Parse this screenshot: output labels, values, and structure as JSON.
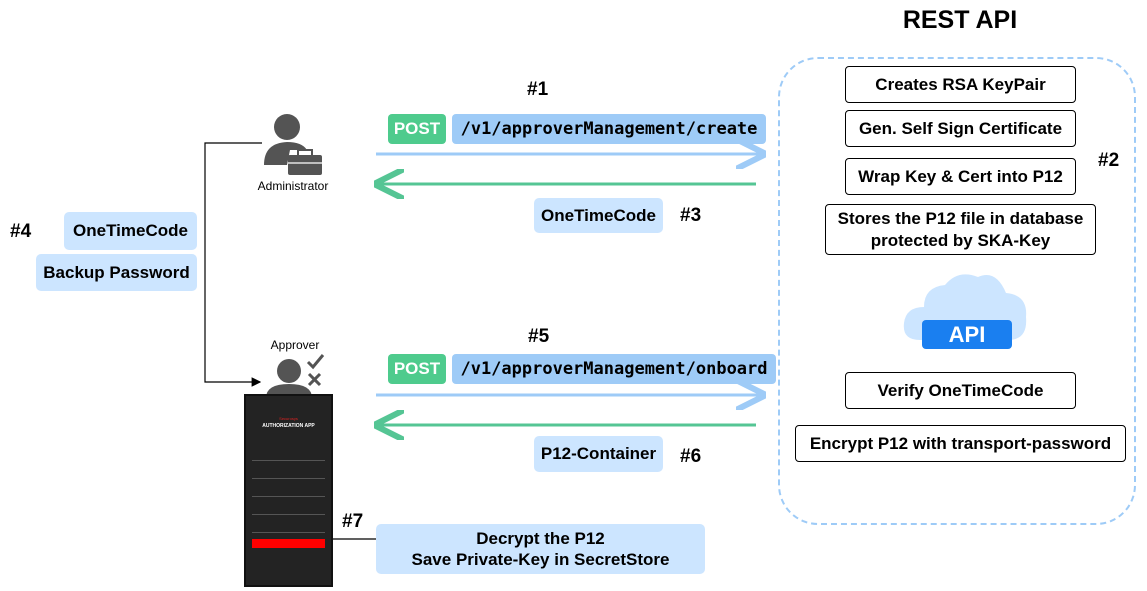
{
  "rest_api": {
    "title": "REST API",
    "step": "#2",
    "steps": [
      "Creates RSA KeyPair",
      "Gen. Self Sign Certificate",
      "Wrap Key & Cert into P12",
      "Stores the P12 file in database protected by SKA-Key",
      "Verify OneTimeCode",
      "Encrypt P12 with transport-password"
    ],
    "cloud_label": "API"
  },
  "create": {
    "step": "#1",
    "method": "POST",
    "path": "/v1/approverManagement/create",
    "response": "OneTimeCode",
    "response_step": "#3"
  },
  "onboard": {
    "step": "#5",
    "method": "POST",
    "path": "/v1/approverManagement/onboard",
    "response": "P12-Container",
    "response_step": "#6"
  },
  "handover": {
    "step": "#4",
    "items": [
      "OneTimeCode",
      "Backup Password"
    ]
  },
  "actors": {
    "admin": "Administrator",
    "approver": "Approver"
  },
  "phone": {
    "brand": "Securosys",
    "title": "AUTHORIZATION APP"
  },
  "final": {
    "step": "#7",
    "text": "Decrypt the P12\nSave Private-Key in SecretStore"
  },
  "colors": {
    "post": "#4ecb8d",
    "path": "#9ecbf7",
    "label": "#cce5ff",
    "request_arrow": "#9ecbf7",
    "response_arrow": "#55c594",
    "api": "#1a7ff0"
  }
}
